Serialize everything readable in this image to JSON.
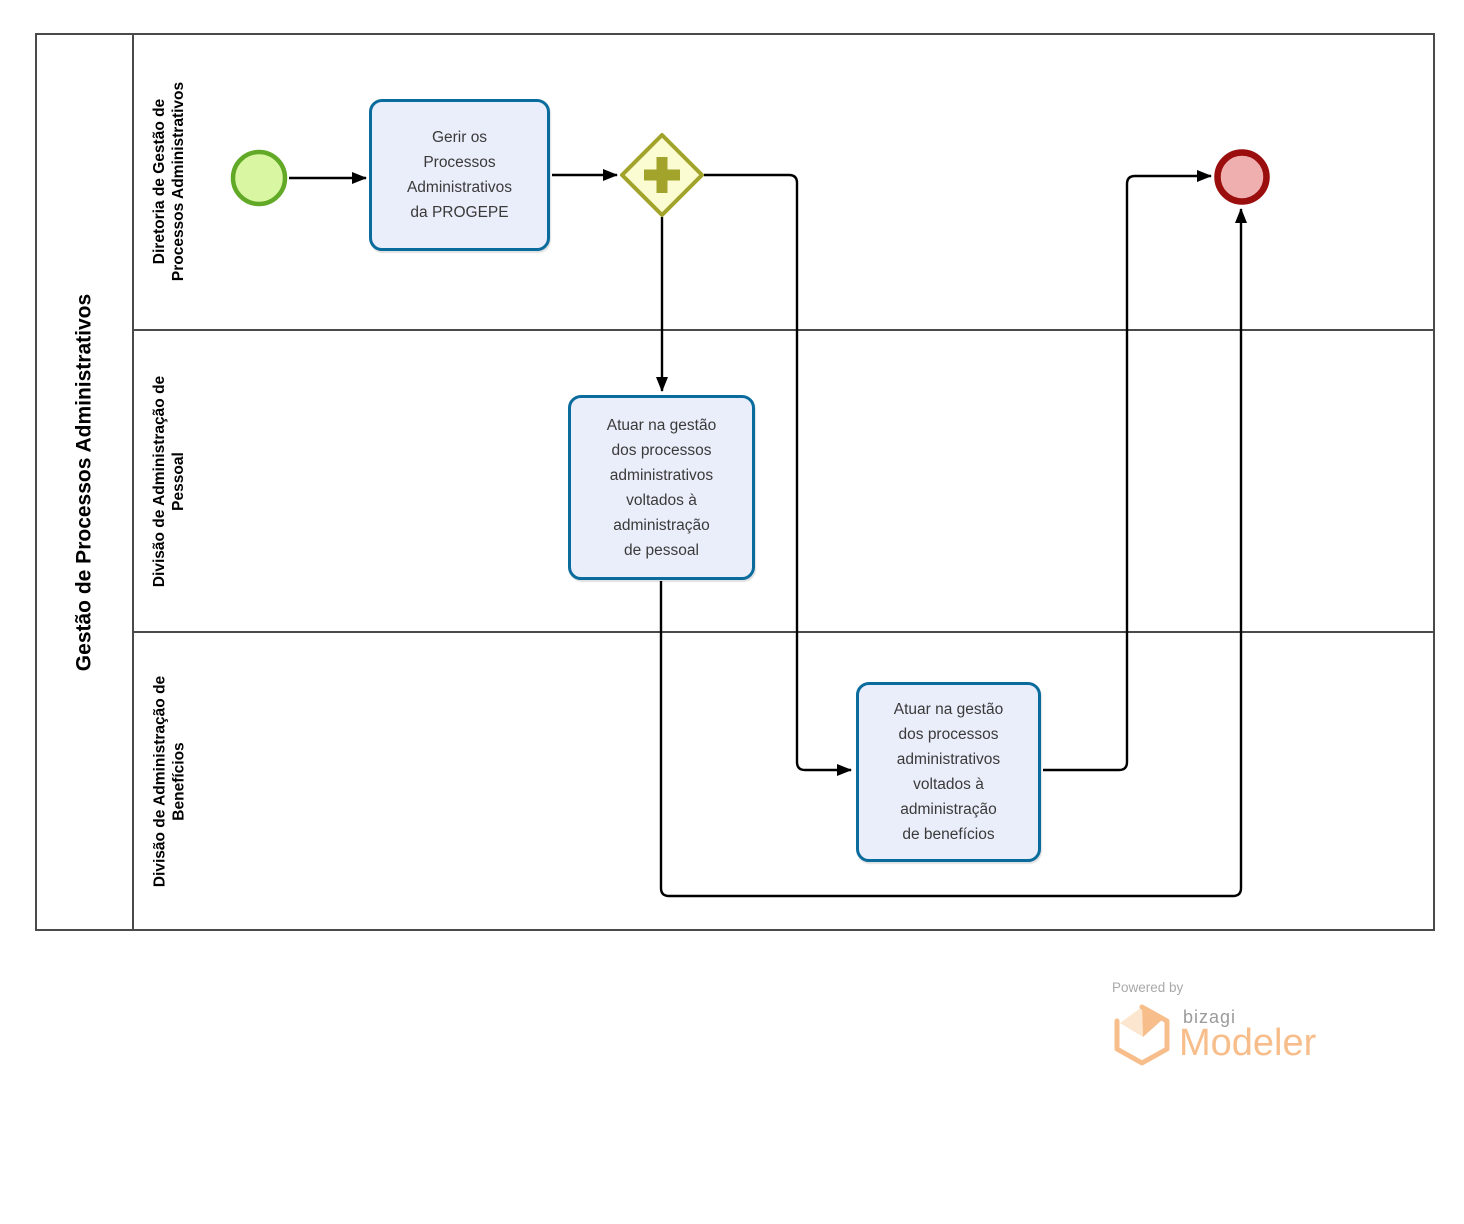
{
  "diagram": {
    "pool_title": "Gestão de Processos Administrativos",
    "lanes": [
      {
        "label": "Diretoria de Gestão de\nProcessos Administrativos"
      },
      {
        "label": "Divisão de Administração de\nPessoal"
      },
      {
        "label": "Divisão de Administração de\nBenefícios"
      }
    ],
    "tasks": [
      {
        "id": "task-gerir",
        "label": "Gerir os\nProcessos\nAdministrativos\nda PROGEPE"
      },
      {
        "id": "task-pessoal",
        "label": "Atuar na gestão\ndos processos\nadministrativos\nvoltados à\nadministração\nde pessoal"
      },
      {
        "id": "task-beneficios",
        "label": "Atuar na gestão\ndos processos\nadministrativos\nvoltados à\nadministração\nde benefícios"
      }
    ],
    "events": {
      "start": "start-event",
      "end": "end-event"
    },
    "gateway": "parallel-gateway"
  },
  "footer": {
    "powered_by": "Powered by",
    "brand": "bizagi",
    "product": "Modeler"
  },
  "colors": {
    "task_border": "#0a6b9d",
    "task_fill": "#eaeefa",
    "start_border": "#61a927",
    "start_fill": "#d9f7a2",
    "end_border": "#9b0e0e",
    "end_fill": "#f0afaf",
    "gateway_border": "#a2a32b",
    "gateway_fill": "#fcfcd2",
    "lane_border": "#4a4a4a",
    "flow_line": "#000000",
    "logo_accent": "#f7be8c",
    "logo_gray": "#9b9b9b"
  }
}
